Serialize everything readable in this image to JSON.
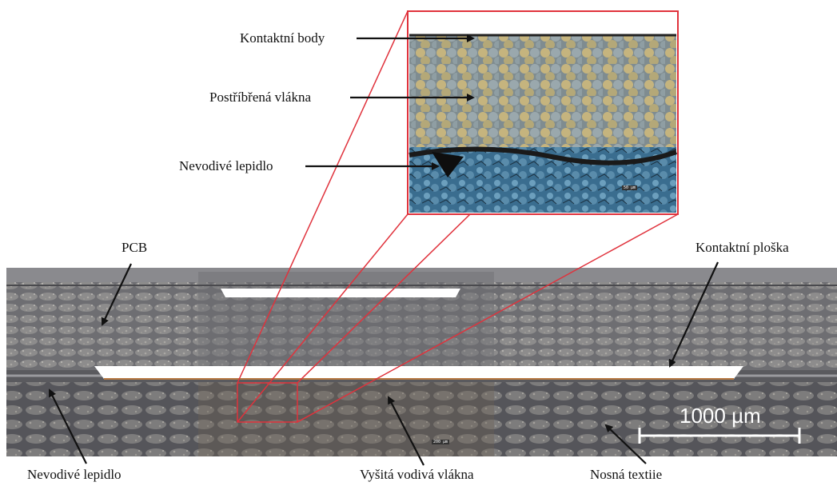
{
  "labels": {
    "kontaktni_body": "Kontaktní body",
    "postribrena_vlakna": "Postříbřená vlákna",
    "nevodive_lepidlo_top": "Nevodivé lepidlo",
    "pcb": "PCB",
    "kontaktni_ploska": "Kontaktní ploška",
    "nevodive_lepidlo_bottom": "Nevodivé lepidlo",
    "vysita_vodiva_vlakna": "Vyšitá vodivá vlákna",
    "nosna_textie": "Nosná textiie"
  },
  "scale_bar": {
    "text": "1000 µm"
  },
  "micro_scales": {
    "inset": "50 µm",
    "section": "200 µm"
  },
  "colors": {
    "frame": "#e0323c",
    "arrow": "#111111",
    "pad": "#ffffff"
  }
}
